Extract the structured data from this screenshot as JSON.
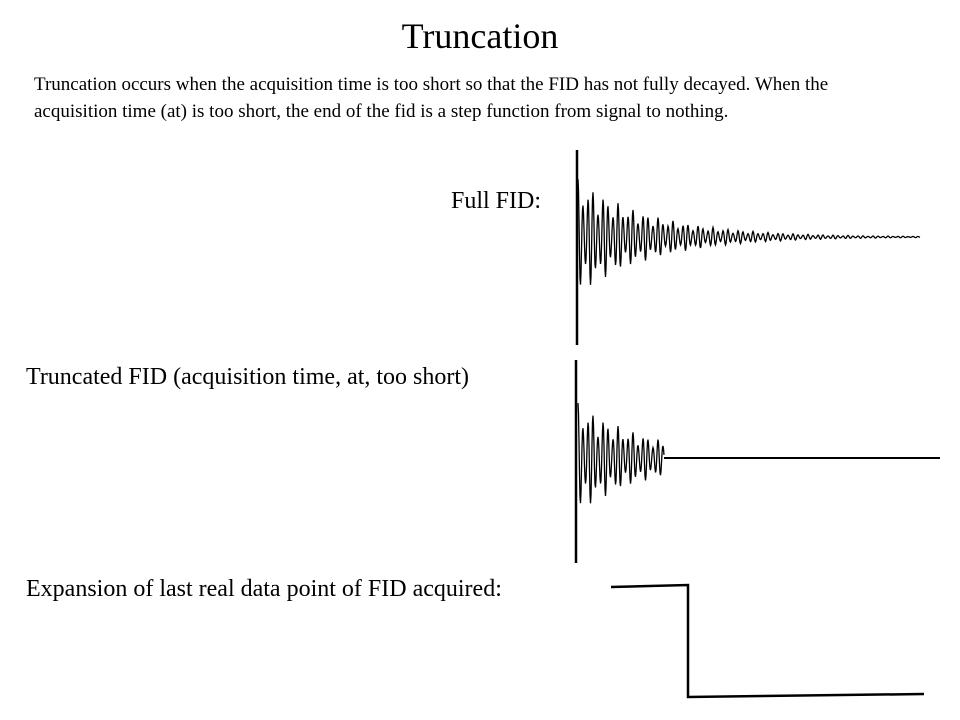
{
  "slide": {
    "title": "Truncation",
    "description": "Truncation occurs when the acquisition time is too short so that the FID has not fully decayed. When the acquisition time (at) is too short, the end of the fid is a step function from signal to nothing."
  },
  "panels": {
    "full_label": "Full FID:",
    "truncated_label": "Truncated FID (acquisition time, at, too short)",
    "expansion_label": "Expansion of last real data point of FID acquired:"
  },
  "colors": {
    "ink": "#000000",
    "background": "#ffffff"
  }
}
